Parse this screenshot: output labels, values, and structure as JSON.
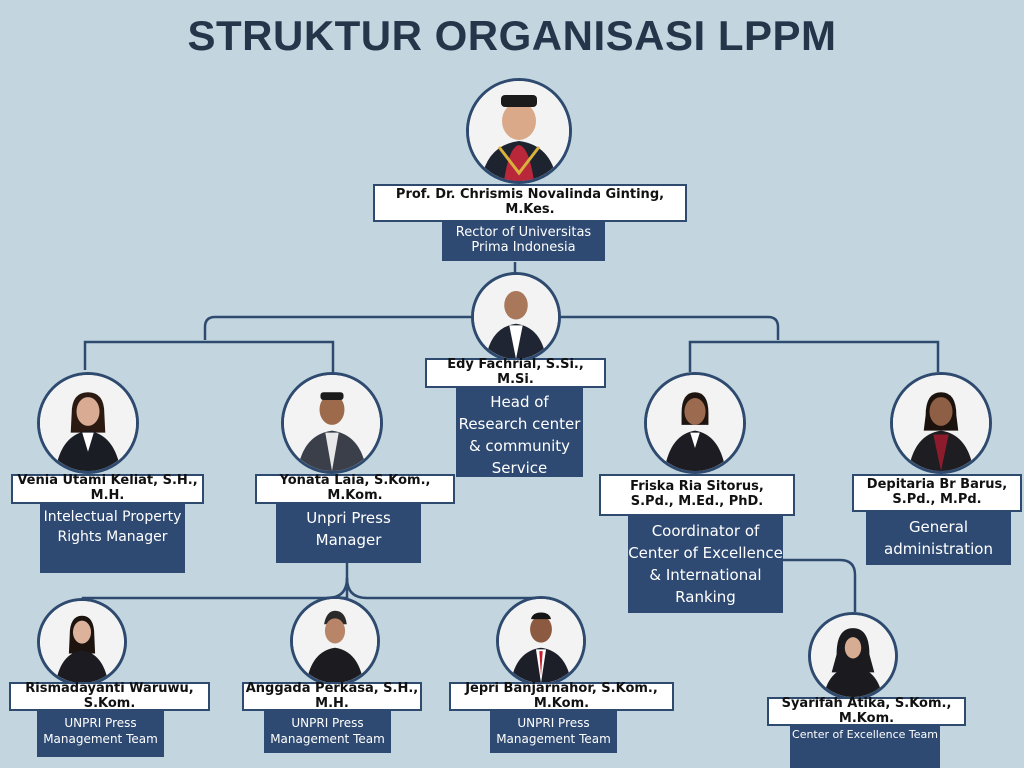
{
  "title": "STRUKTUR ORGANISASI LPPM",
  "colors": {
    "background": "#c3d6e0",
    "navy": "#2e4a72",
    "border": "#2e4a6e",
    "title": "#25364a"
  },
  "rector": {
    "name": "Prof. Dr. Chrismis Novalinda Ginting, M.Kes.",
    "role": "Rector of Universitas Prima Indonesia"
  },
  "head": {
    "name": "Edy Fachrial, S.Si., M.Si.",
    "role": "Head of Research center & community Service"
  },
  "venia": {
    "name": "Venia Utami Keliat, S.H., M.H.",
    "role": "Intelectual Property Rights Manager"
  },
  "yonata": {
    "name": "Yonata Laia, S.Kom., M.Kom.",
    "role": "Unpri Press Manager"
  },
  "friska": {
    "name": "Friska Ria Sitorus, S.Pd., M.Ed., PhD.",
    "role": "Coordinator of Center of Excellence & International Ranking"
  },
  "depitaria": {
    "name": "Depitaria Br Barus, S.Pd., M.Pd.",
    "role": "General administration"
  },
  "rismadayanti": {
    "name": "Rismadayanti Waruwu, S.Kom.",
    "role": "UNPRI Press Management Team"
  },
  "anggada": {
    "name": "Anggada Perkasa, S.H., M.H.",
    "role": "UNPRI Press Management Team"
  },
  "jepri": {
    "name": "Jepri Banjarnahor, S.Kom., M.Kom.",
    "role": "UNPRI Press Management Team"
  },
  "syarifah": {
    "name": "Syarifah Atika, S.Kom., M.Kom.",
    "role": "Center of Excellence Team"
  }
}
